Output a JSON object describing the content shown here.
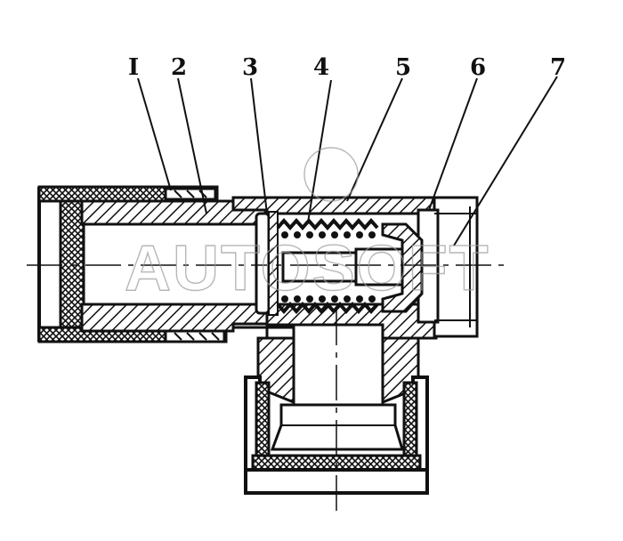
{
  "labels": [
    "I",
    "2",
    "3",
    "4",
    "5",
    "6",
    "7"
  ],
  "watermark": {
    "text": "AUTOSOFT"
  },
  "colors": {
    "ink": "#111111",
    "paper": "#ffffff",
    "watermark": "#9a9a9a"
  }
}
